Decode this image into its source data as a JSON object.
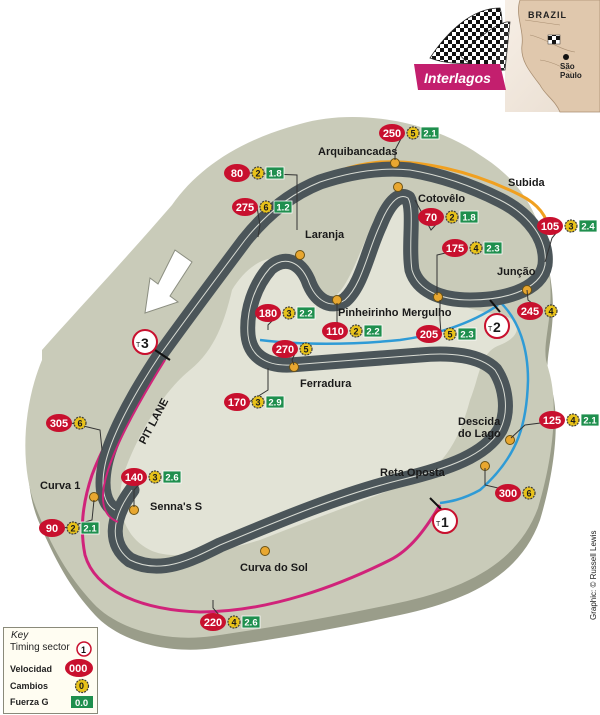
{
  "header": {
    "country": "BRAZIL",
    "city": "São\nPaulo",
    "track_name": "Interlagos"
  },
  "credit": "Graphic: © Russell Lewis",
  "labels": {
    "pit_lane": "PIT LANE"
  },
  "sectors": [
    {
      "id": "T1",
      "prefix": "T",
      "number": "1"
    },
    {
      "id": "T2",
      "prefix": "T",
      "number": "2"
    },
    {
      "id": "T3",
      "prefix": "T",
      "number": "3"
    }
  ],
  "corners": [
    {
      "name": "Arquibancadas"
    },
    {
      "name": "Subida"
    },
    {
      "name": "Cotovêlo"
    },
    {
      "name": "Laranja"
    },
    {
      "name": "Junção"
    },
    {
      "name": "Pinheirinho"
    },
    {
      "name": "Mergulho"
    },
    {
      "name": "Ferradura"
    },
    {
      "name": "Descida\ndo Lago"
    },
    {
      "name": "Reta Oposta"
    },
    {
      "name": "Curva 1"
    },
    {
      "name": "Senna's S"
    },
    {
      "name": "Curva do Sol"
    }
  ],
  "markers": [
    {
      "speed": "250",
      "gear": "5",
      "g": "2.1"
    },
    {
      "speed": "80",
      "gear": "2",
      "g": "1.8"
    },
    {
      "speed": "275",
      "gear": "6",
      "g": "1.2"
    },
    {
      "speed": "70",
      "gear": "2",
      "g": "1.8"
    },
    {
      "speed": "175",
      "gear": "4",
      "g": "2.3"
    },
    {
      "speed": "105",
      "gear": "3",
      "g": "2.4"
    },
    {
      "speed": "245",
      "gear": "4",
      "g": ""
    },
    {
      "speed": "180",
      "gear": "3",
      "g": "2.2"
    },
    {
      "speed": "110",
      "gear": "2",
      "g": "2.2"
    },
    {
      "speed": "205",
      "gear": "5",
      "g": "2.3"
    },
    {
      "speed": "270",
      "gear": "5",
      "g": ""
    },
    {
      "speed": "170",
      "gear": "3",
      "g": "2.9"
    },
    {
      "speed": "305",
      "gear": "6",
      "g": ""
    },
    {
      "speed": "125",
      "gear": "4",
      "g": "2.1"
    },
    {
      "speed": "140",
      "gear": "3",
      "g": "2.6"
    },
    {
      "speed": "300",
      "gear": "6",
      "g": ""
    },
    {
      "speed": "90",
      "gear": "2",
      "g": "2.1"
    },
    {
      "speed": "220",
      "gear": "4",
      "g": "2.6"
    }
  ],
  "key": {
    "title": "Key",
    "timing_sector": "Timing sector",
    "timing_sector_sample": "1",
    "velocidad": "Velocidad",
    "velocidad_sample": "000",
    "cambios": "Cambios",
    "cambios_sample": "0",
    "fuerza_g": "Fuerza G",
    "fuerza_g_sample": "0.0"
  },
  "colors": {
    "speed_red": "#c8102e",
    "g_green": "#1f8f4e",
    "gear_yellow": "#e8c21a",
    "sector1_magenta": "#d0237a",
    "sector2_blue": "#2f9bd6",
    "sector3_orange": "#f0a020",
    "track_dark": "#4b5559",
    "terrain": "#c9cbb9",
    "infield": "#e2e3d6"
  }
}
